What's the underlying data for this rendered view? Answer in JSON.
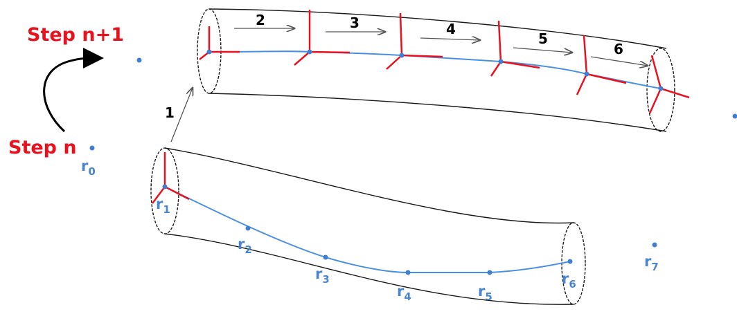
{
  "colors": {
    "step_label": "#e8111e",
    "frame_axis": "#e8111e",
    "path_line": "#4a90e2",
    "node_point": "#3f7ed0",
    "node_label": "#4a86d0",
    "tube_outline": "#1a1a1a",
    "arrow": "#555555",
    "curved_arrow": "#000000"
  },
  "labels": {
    "step_n": "Step n",
    "step_n_plus_1": "Step n+1"
  },
  "nodes": [
    {
      "base": "r",
      "sub": "0"
    },
    {
      "base": "r",
      "sub": "1"
    },
    {
      "base": "r",
      "sub": "2"
    },
    {
      "base": "r",
      "sub": "3"
    },
    {
      "base": "r",
      "sub": "4"
    },
    {
      "base": "r",
      "sub": "5"
    },
    {
      "base": "r",
      "sub": "6"
    },
    {
      "base": "r",
      "sub": "7"
    }
  ],
  "sequence_numbers": [
    "1",
    "2",
    "3",
    "4",
    "5",
    "6"
  ],
  "icons": {
    "transition_arrow": "curved-arrow-icon",
    "move_arrow": "right-arrow-icon",
    "local_frame": "coordinate-frame-icon"
  }
}
